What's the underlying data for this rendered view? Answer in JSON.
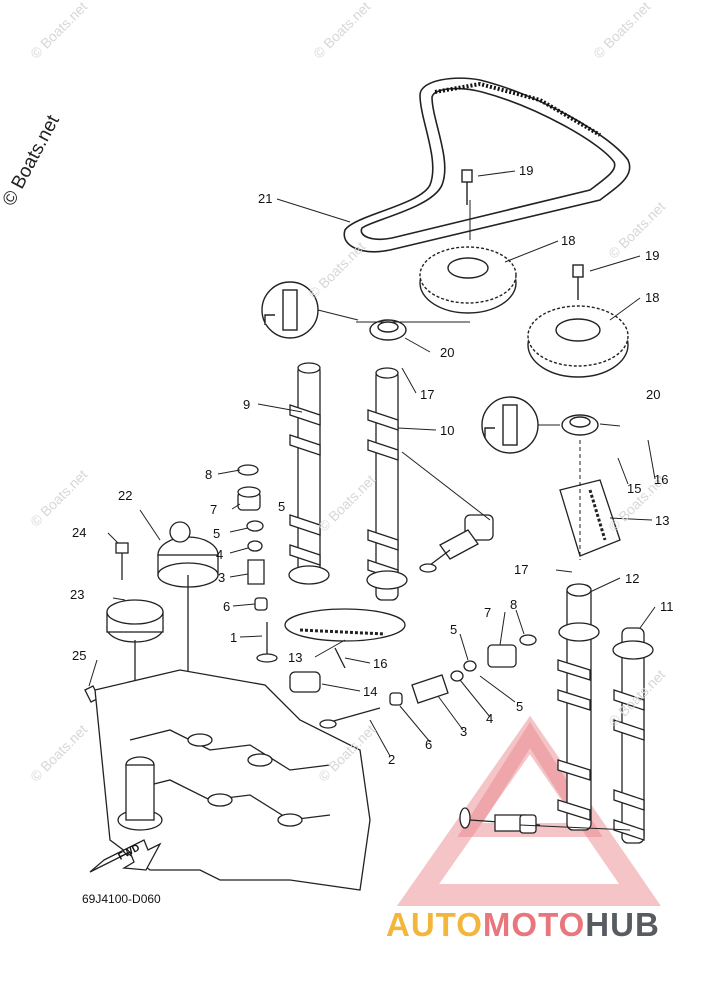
{
  "diagram": {
    "watermark_text": "© Boats.net",
    "drawing_code": "69J4100-D060",
    "fwd_label": "FWD",
    "callouts": {
      "c1": "1",
      "c2": "2",
      "c3": "3",
      "c3b": "3",
      "c4": "4",
      "c4b": "4",
      "c5": "5",
      "c5b": "5",
      "c5c": "5",
      "c5d": "5",
      "c6": "6",
      "c6b": "6",
      "c7": "7",
      "c7b": "7",
      "c8": "8",
      "c8b": "8",
      "c9": "9",
      "c10": "10",
      "c11": "11",
      "c12": "12",
      "c13": "13",
      "c13b": "13",
      "c14": "14",
      "c15": "15",
      "c16": "16",
      "c16b": "16",
      "c17": "17",
      "c17b": "17",
      "c18": "18",
      "c18b": "18",
      "c19": "19",
      "c19b": "19",
      "c20": "20",
      "c20b": "20",
      "c21": "21",
      "c22": "22",
      "c23": "23",
      "c24": "24",
      "c25": "25"
    }
  },
  "brand": {
    "part1": "AUTO",
    "part2": "MOTO",
    "part3": "HUB",
    "colors": {
      "yellow": "#f4b53b",
      "pink": "#e8767c",
      "gray": "#585c61"
    }
  }
}
